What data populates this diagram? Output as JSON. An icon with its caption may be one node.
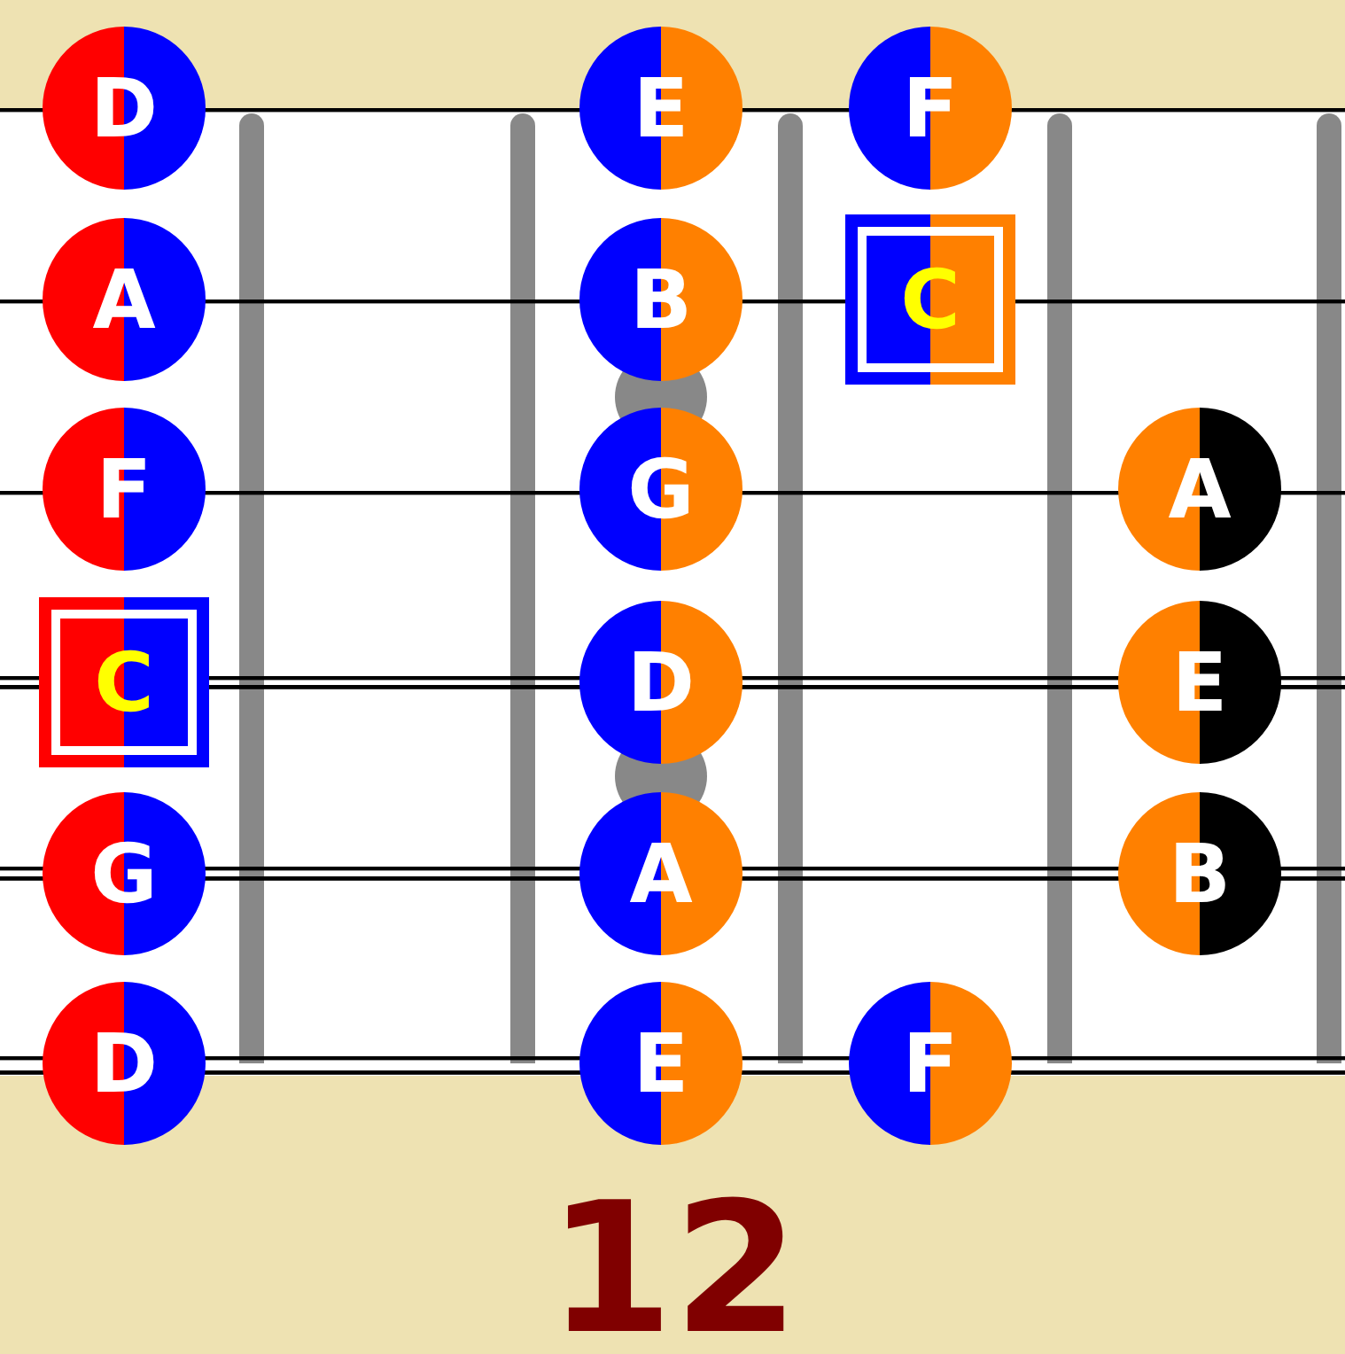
{
  "diagram": {
    "nodes": [
      {
        "text": [
          "D"
        ]
      },
      {
        "text": [
          "E"
        ]
      },
      {
        "text": [
          "F"
        ]
      },
      {
        "text": [
          "A"
        ]
      },
      {
        "text": [
          "B"
        ]
      },
      {
        "text": [
          "C"
        ]
      },
      {
        "text": [
          "F"
        ]
      },
      {
        "text": [
          "G"
        ]
      },
      {
        "text": [
          "A"
        ]
      },
      {
        "text": [
          "C"
        ]
      },
      {
        "text": [
          "D"
        ]
      },
      {
        "text": [
          "E"
        ]
      },
      {
        "text": [
          "G"
        ]
      },
      {
        "text": [
          "A"
        ]
      },
      {
        "text": [
          "B"
        ]
      },
      {
        "text": [
          "D"
        ]
      },
      {
        "text": [
          "E"
        ]
      },
      {
        "text": [
          "F"
        ]
      }
    ],
    "labels": [
      "12"
    ]
  }
}
